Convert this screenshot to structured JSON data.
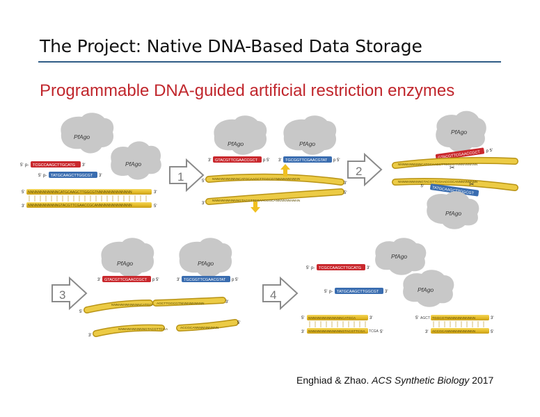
{
  "title": "The Project: Native DNA-Based Data Storage",
  "subtitle": "Programmable DNA-guided artificial restriction enzymes",
  "citation": {
    "authors": "Enghiad & Zhao. ",
    "journal": "ACS Synthetic Biology",
    "year": " 2017"
  },
  "protein_label": "PfAgo",
  "steps": [
    "1",
    "2",
    "3",
    "4"
  ],
  "guides": {
    "red_seq": "TCGCCAAGCTTGCATG",
    "blue_seq": "TATGCAAGCTTGGCGT",
    "red_seq_bound": "GTACGTTCGAACCGCT",
    "blue_seq_bound": "TGCGGTTCGAACGTAT",
    "red_seq_step2": "GTACGTTCGAACCGCT",
    "blue_seq_step2": "TATGCAAGCTTGGCGT",
    "red_seq_step3": "GTACGTTCGAACCGCT",
    "blue_seq_step3": "TGCGGTTCGAACGTAT",
    "red_seq_step4": "TCGCCAAGCTTGCATG",
    "blue_seq_step4": "TATGCAAGCTTGGCGT",
    "end_5": "5'",
    "end_3": "3'",
    "p_5": "p 5'",
    "p_prefix": "p-"
  },
  "dna": {
    "top_full": "NNNNNNNNNNNNCATGCAAGCTTGGCGTNNNNNNNNNNNNNN",
    "bottom_full": "NNNNNNNNNNNNGTACGTTCGAACCGCANNNNNNNNNNNNNN",
    "step1_top": "NNNNNNNNNNNCATGCAAGCTTGGCGTNNNNNNNNNN",
    "step1_bottom": "NNNNNNNNNNNGTACGTTCGAACCGCANNNNNNNNNN",
    "step2_top": "NNNNNNNNNNCATGCAAGCTTGGCGTNNNNNNNNN",
    "step2_bottom": "NNNNNNNNNNGTACGTTCGAACCGCANNNNNNNNN",
    "frag_tl": "NNNNNNNNNNNNCATGCA",
    "frag_tr": "AGCTTGGCGTNNNNNNNNNN",
    "frag_bl": "NNNNNNNNNNNGTACGTTCGA",
    "frag_br": "ACCGCANNNNNNNNNN",
    "final_left_top": "NNNNNNNNNNNNNNCATGCA",
    "final_left_bottom": "NNNNNNNNNNNNNNGTACGTTCGA",
    "final_right_top": "TGGCGTNNNNNNNNNNNN",
    "final_right_top_overhang": "AGCT",
    "final_right_bottom": "ACCGCANNNNNNNNNNNN",
    "final_left_bottom_overhang": "TCGA"
  },
  "colors": {
    "red": "#c9282d",
    "blue": "#3a6db0",
    "dna": "#e8c12f",
    "dna_edge": "#b89315",
    "protein": "#c8c8c8",
    "arrow": "#8a8a8a"
  }
}
